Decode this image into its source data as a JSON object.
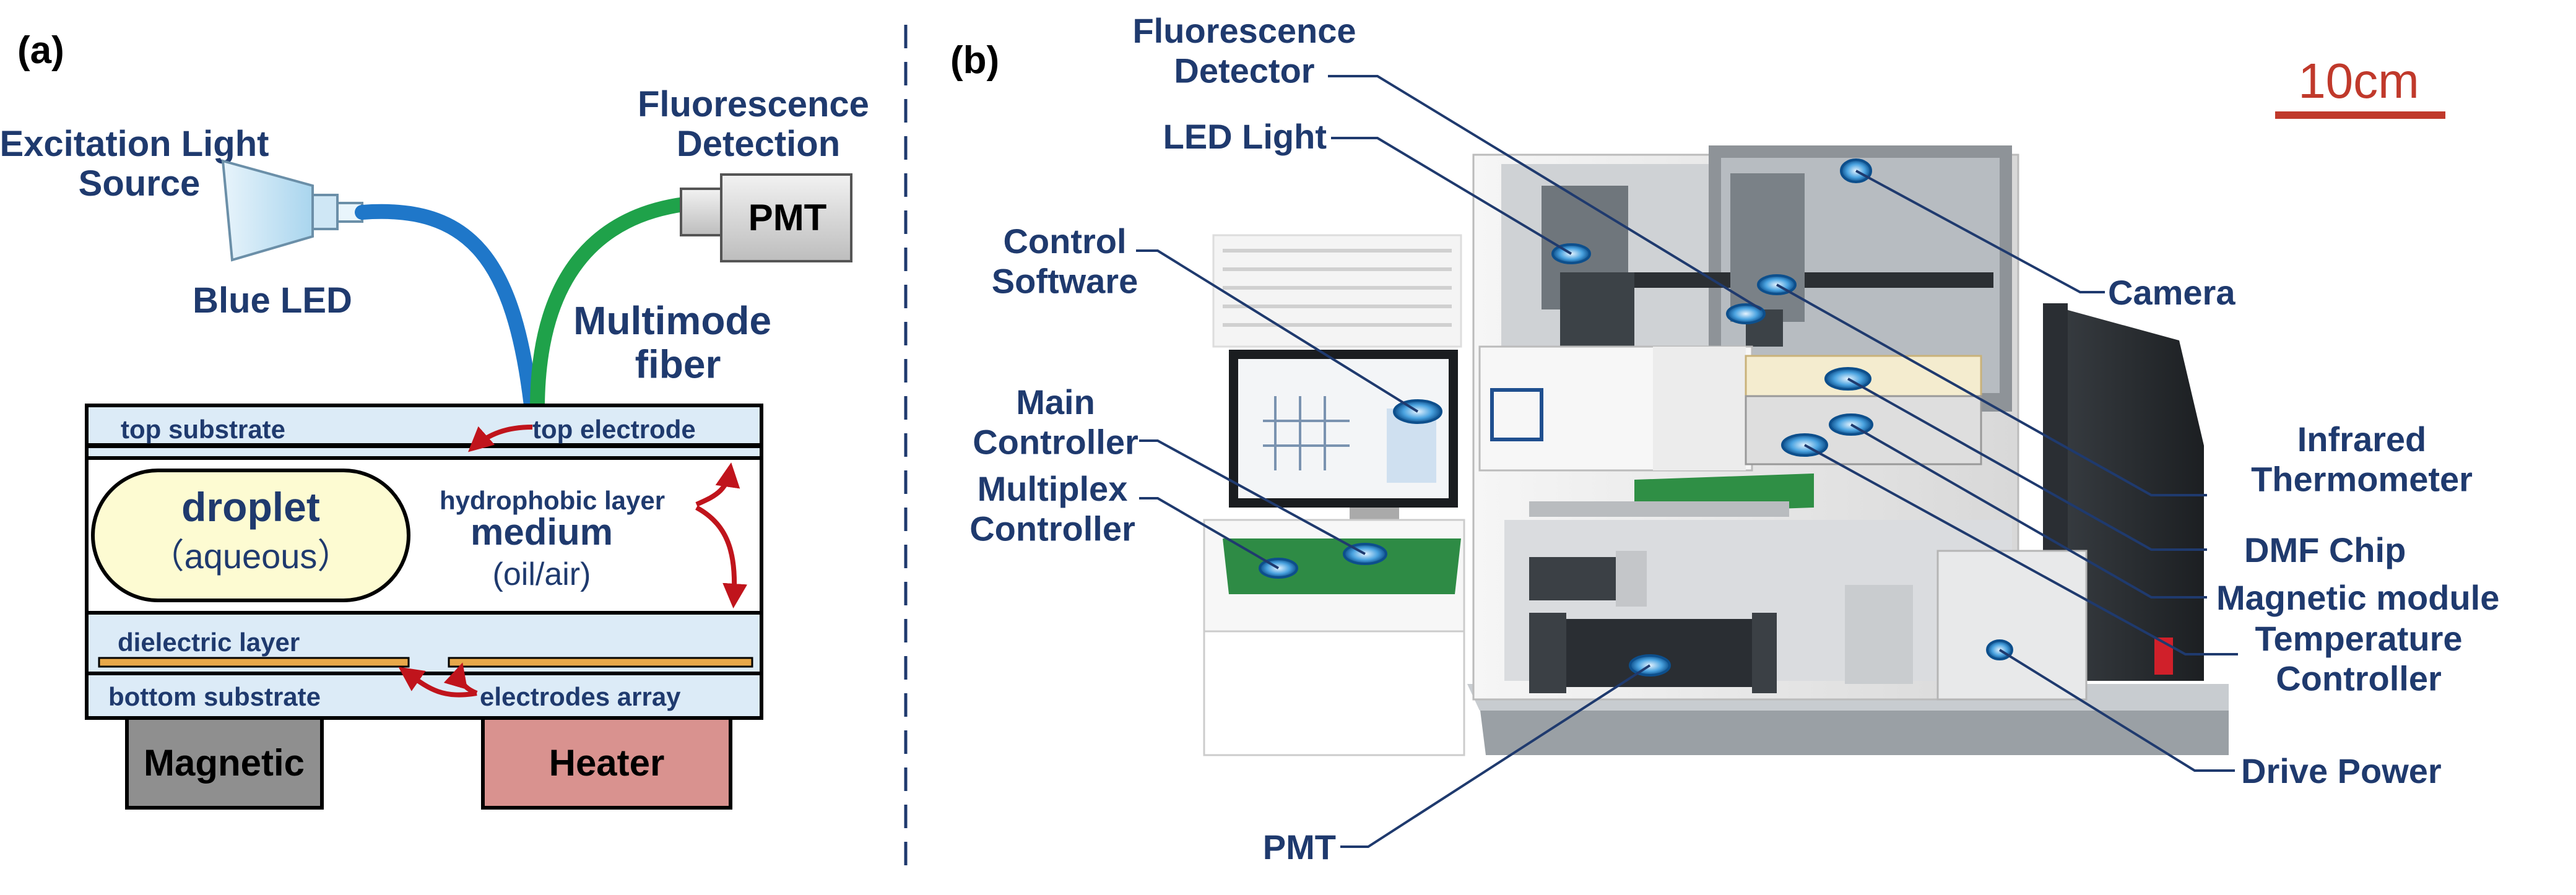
{
  "panel_a": {
    "letter": "(a)",
    "excitation_source": "Excitation Light Source",
    "blue_led": "Blue LED",
    "fluorescence_detection": "Fluorescence Detection",
    "pmt": "PMT",
    "multimode_fiber": "Multimode fiber",
    "top_substrate": "top substrate",
    "top_electrode": "top electrode",
    "droplet": "droplet",
    "aqueous": "（aqueous）",
    "hydrophobic_layer": "hydrophobic layer",
    "medium": "medium",
    "oil_air": "(oil/air)",
    "dielectric_layer": "dielectric layer",
    "bottom_substrate": "bottom substrate",
    "electrodes_array": "electrodes array",
    "magnetic": "Magnetic",
    "heater": "Heater"
  },
  "panel_b": {
    "letter": "(b)",
    "scale_bar": "10cm",
    "callouts": {
      "fluorescence_detector": "Fluorescence Detector",
      "led_light": "LED Light",
      "control_software": "Control Software",
      "main_controller": "Main Controller",
      "multiplex_controller": "Multiplex Controller",
      "pmt": "PMT",
      "camera": "Camera",
      "infrared_thermometer": "Infrared Thermometer",
      "dmf_chip": "DMF Chip",
      "magnetic_module": "Magnetic module",
      "temperature_controller": "Temperature Controller",
      "drive_power": "Drive Power"
    }
  },
  "colors": {
    "label": "#1f3a6e",
    "fiber_blue": "#1f77c9",
    "fiber_green": "#1fa24a",
    "arrow_red": "#c0141c",
    "droplet_fill": "#fdfbd2",
    "substrate_fill": "#dcebf7",
    "magnetic_fill": "#8f8f8f",
    "heater_fill": "#d9928f",
    "scale_bar": "#c0392b"
  }
}
